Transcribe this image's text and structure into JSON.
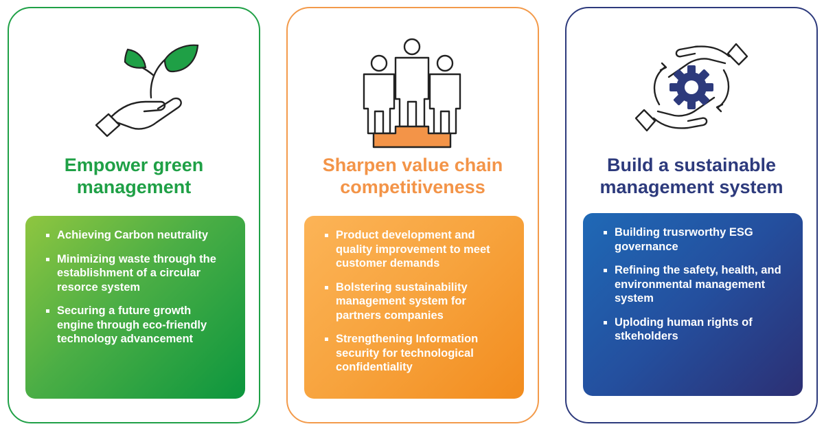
{
  "cards": [
    {
      "title": "Empower green management",
      "icon": "hand-plant-icon",
      "items": [
        "Achieving Carbon neutrality",
        "Minimizing waste through the establishment of a circular resorce system",
        "Securing a future growth engine through eco-friendly technology advancement"
      ],
      "accent": "#1fa046"
    },
    {
      "title": "Sharpen value chain competitiveness",
      "icon": "people-podium-icon",
      "items": [
        "Product development and quality improvement to meet customer demands",
        "Bolstering sustainability management system for partners companies",
        "Strengthening Information security for technological confidentiality"
      ],
      "accent": "#f39448"
    },
    {
      "title": "Build a sustainable management system",
      "icon": "hands-gear-icon",
      "items": [
        "Building trusrworthy ESG governance",
        "Refining the safety, health, and environmental management system",
        "Uploding human rights of stkeholders"
      ],
      "accent": "#2d3a7c"
    }
  ]
}
